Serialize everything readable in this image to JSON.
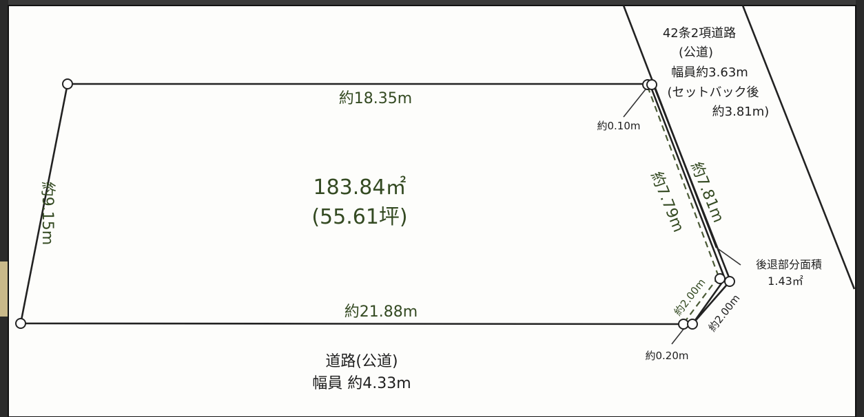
{
  "plot": {
    "area_sqm": "183.84㎡",
    "area_tsubo": "(55.61坪)"
  },
  "dimensions": {
    "top": "約18.35m",
    "bottom": "約21.88m",
    "left": "約9.15m",
    "right_inner": "約7.79m",
    "right_outer": "約7.81m",
    "offset_top": "約0.10m",
    "offset_bottom": "約0.20m",
    "corner_a": "約2.00m",
    "corner_b": "約2.00m"
  },
  "side_road": {
    "line1": "42条2項道路",
    "line2": "(公道)",
    "line3": "幅員約3.63m",
    "line4": "(セットバック後",
    "line5": "約3.81m)"
  },
  "setback": {
    "label": "後退部分面積",
    "area": "1.43㎡"
  },
  "front_road": {
    "line1": "道路(公道)",
    "line2": "幅員 約4.33m"
  },
  "colors": {
    "plot_text": "#344a22",
    "line": "#222222",
    "background": "#fdfdfb"
  }
}
